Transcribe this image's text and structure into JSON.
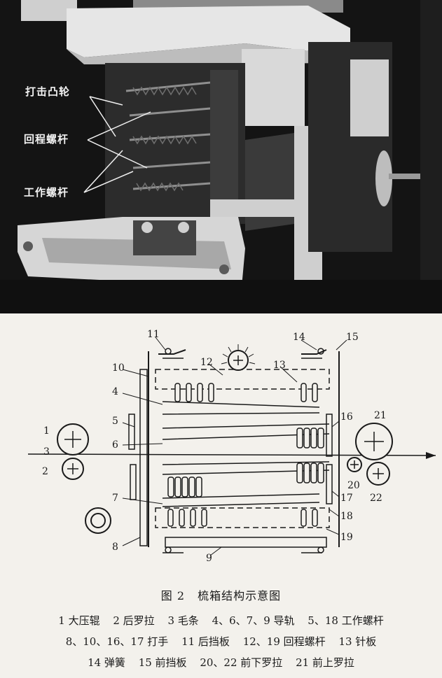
{
  "photo": {
    "labels": {
      "cam": "打击凸轮",
      "return_screw": "回程螺杆",
      "work_screw": "工作螺杆"
    }
  },
  "diagram": {
    "numbers": [
      "1",
      "2",
      "3",
      "4",
      "5",
      "6",
      "7",
      "8",
      "9",
      "10",
      "11",
      "12",
      "13",
      "14",
      "15",
      "16",
      "17",
      "18",
      "19",
      "20",
      "21",
      "22"
    ]
  },
  "caption": {
    "figure": "图 2",
    "title": "梳箱结构示意图"
  },
  "legend": {
    "lines": [
      [
        "1 大压辊",
        "2 后罗拉",
        "3 毛条",
        "4、6、7、9 导轨",
        "5、18 工作螺杆"
      ],
      [
        "8、10、16、17 打手",
        "11 后挡板",
        "12、19 回程螺杆",
        "13 针板"
      ],
      [
        "14 弹簧",
        "15 前挡板",
        "20、22 前下罗拉",
        "21 前上罗拉"
      ]
    ]
  }
}
